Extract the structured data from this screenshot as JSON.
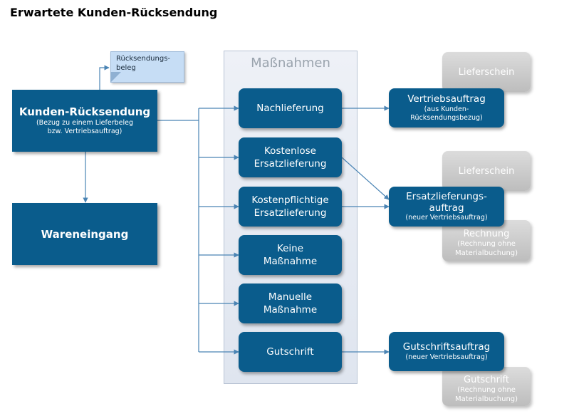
{
  "title": "Erwartete Kunden-Rücksendung",
  "note": {
    "line1": "Rücksendungs-",
    "line2": "beleg"
  },
  "kunden": {
    "title": "Kunden-Rücksendung",
    "sub1": "(Bezug zu einem Lieferbeleg",
    "sub2": "bzw. Vertriebsauftrag)"
  },
  "wareneingang": "Wareneingang",
  "massnahmen": {
    "title": "Maßnahmen",
    "items": [
      {
        "line1": "Nachlieferung",
        "line2": ""
      },
      {
        "line1": "Kostenlose",
        "line2": "Ersatzlieferung"
      },
      {
        "line1": "Kostenpflichtige",
        "line2": "Ersatzlieferung"
      },
      {
        "line1": "Keine",
        "line2": "Maßnahme"
      },
      {
        "line1": "Manuelle",
        "line2": "Maßnahme"
      },
      {
        "line1": "Gutschrift",
        "line2": ""
      }
    ]
  },
  "results": {
    "vertrieb": {
      "title": "Vertriebsauftrag",
      "sub1": "(aus Kunden-",
      "sub2": "Rücksendungsbezug)"
    },
    "ersatz": {
      "title1": "Ersatzlieferungs-",
      "title2": "auftrag",
      "sub": "(neuer Vertriebsauftrag)"
    },
    "gutschrift": {
      "title": "Gutschriftsauftrag",
      "sub": "(neuer Vertriebsauftrag)"
    }
  },
  "followups": {
    "lieferschein1": "Lieferschein",
    "lieferschein2": "Lieferschein",
    "rechnung": {
      "title": "Rechnung",
      "sub1": "(Rechnung ohne",
      "sub2": "Materialbuchung)"
    },
    "gutschrift": {
      "title": "Gutschrift",
      "sub1": "(Rechnung ohne",
      "sub2": "Materialbuchung)"
    }
  },
  "colors": {
    "blue": "#0a5c8c",
    "line": "#4a84b4",
    "gray": "#c8c8c8"
  }
}
